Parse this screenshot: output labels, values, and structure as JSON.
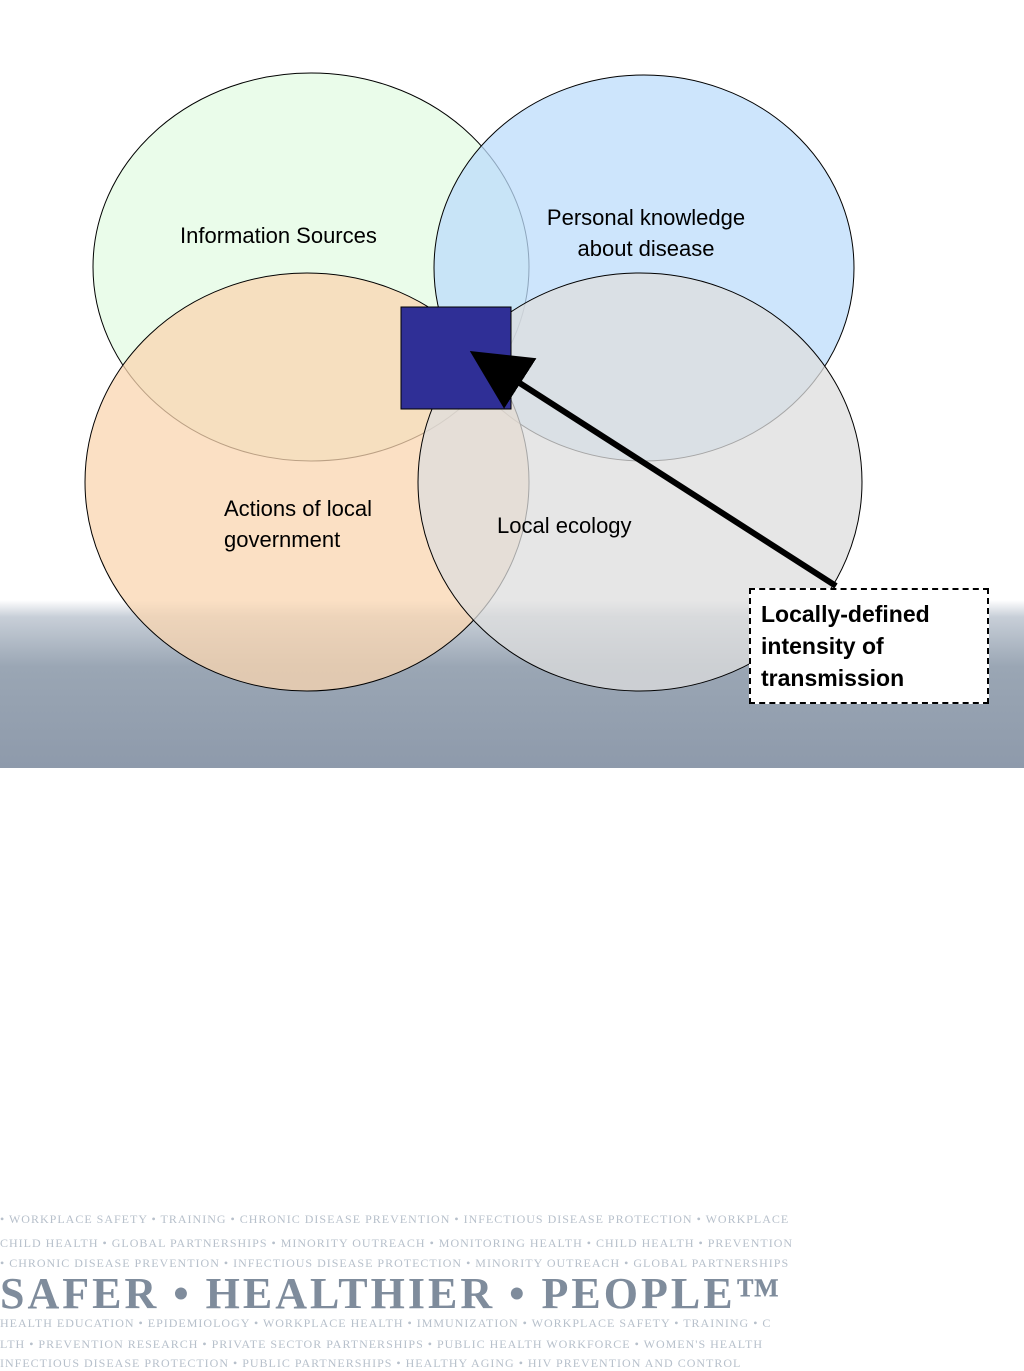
{
  "footer": {
    "line1": "• WORKPLACE SAFETY • TRAINING • CHRONIC DISEASE PREVENTION • INFECTIOUS DISEASE PROTECTION • WORKPLACE",
    "line2": "CHILD HEALTH • GLOBAL PARTNERSHIPS • MINORITY OUTREACH • MONITORING HEALTH • CHILD HEALTH • PREVENTION",
    "line3": "• CHRONIC DISEASE PREVENTION • INFECTIOUS DISEASE PROTECTION • MINORITY OUTREACH • GLOBAL PARTNERSHIPS",
    "big": "SAFER • HEALTHIER • PEOPLE™",
    "line4": "HEALTH EDUCATION • EPIDEMIOLOGY • WORKPLACE HEALTH • IMMUNIZATION • WORKPLACE SAFETY • TRAINING • C",
    "line5": "LTH • PREVENTION RESEARCH • PRIVATE SECTOR PARTNERSHIPS • PUBLIC HEALTH WORKFORCE • WOMEN'S HEALTH",
    "line6": "INFECTIOUS DISEASE PROTECTION • PUBLIC PARTNERSHIPS • HEALTHY AGING • HIV PREVENTION AND CONTROL"
  },
  "circles": {
    "information_sources": {
      "label": "Information Sources",
      "fill": "#e3fbe3"
    },
    "personal_knowledge": {
      "label_line1": "Personal knowledge",
      "label_line2": "about disease",
      "fill": "#bcdcfb"
    },
    "actions_local_government": {
      "label_line1": "Actions of local",
      "label_line2": "government",
      "fill": "#f9d5b0"
    },
    "local_ecology": {
      "label": "Local ecology",
      "fill": "#dedede"
    }
  },
  "center_square": {
    "fill": "#2f2f96"
  },
  "callout": {
    "line1": "Locally-defined",
    "line2": "intensity of",
    "line3": "transmission"
  }
}
